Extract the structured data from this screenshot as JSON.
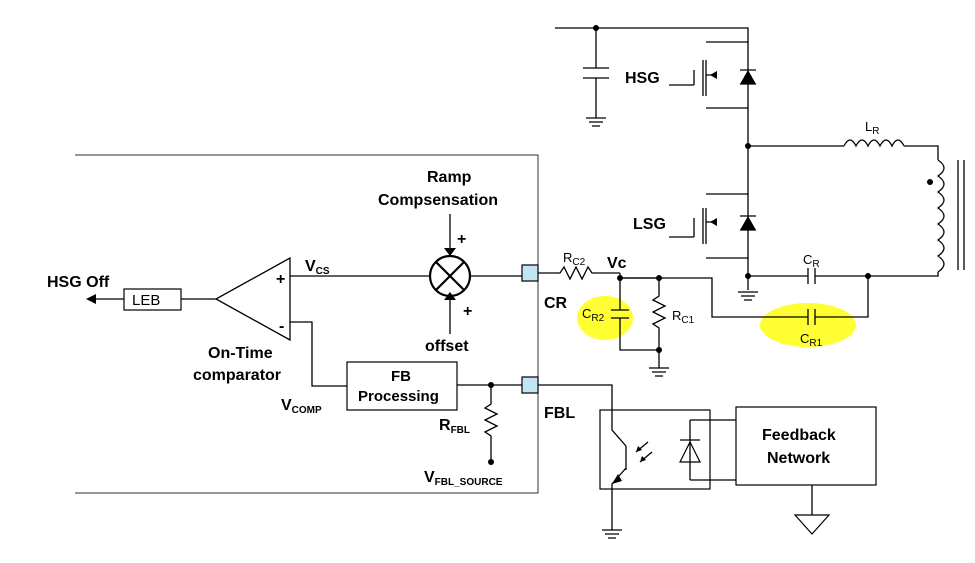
{
  "labels": {
    "hsg": "HSG",
    "lsg": "LSG",
    "hsg_off": "HSG Off",
    "leb": "LEB",
    "on_time_1": "On-Time",
    "on_time_2": "comparator",
    "vcs_main": "V",
    "vcs_sub": "CS",
    "vcomp_main": "V",
    "vcomp_sub": "COMP",
    "ramp_1": "Ramp",
    "ramp_2": "Compsensation",
    "offset": "offset",
    "plus_top": "+",
    "plus_bottom": "+",
    "cmp_plus": "+",
    "cmp_minus": "-",
    "cr": "CR",
    "fbl": "FBL",
    "vc": "Vc",
    "rc2_main": "R",
    "rc2_sub": "C2",
    "rc1_main": "R",
    "rc1_sub": "C1",
    "cr2_main": "C",
    "cr2_sub": "R2",
    "cr_main": "C",
    "cr_sub": "R",
    "cr1_main": "C",
    "cr1_sub": "R1",
    "lr_main": "L",
    "lr_sub": "R",
    "fb_proc_1": "FB",
    "fb_proc_2": "Processing",
    "rfbl_main": "R",
    "rfbl_sub": "FBL",
    "vfbl_main": "V",
    "vfbl_sub": "FBL_SOURCE",
    "feedback_1": "Feedback",
    "feedback_2": "Network"
  },
  "colors": {
    "highlight": "#ffff33",
    "pin": "#bfe6f2",
    "wire": "#000000"
  }
}
